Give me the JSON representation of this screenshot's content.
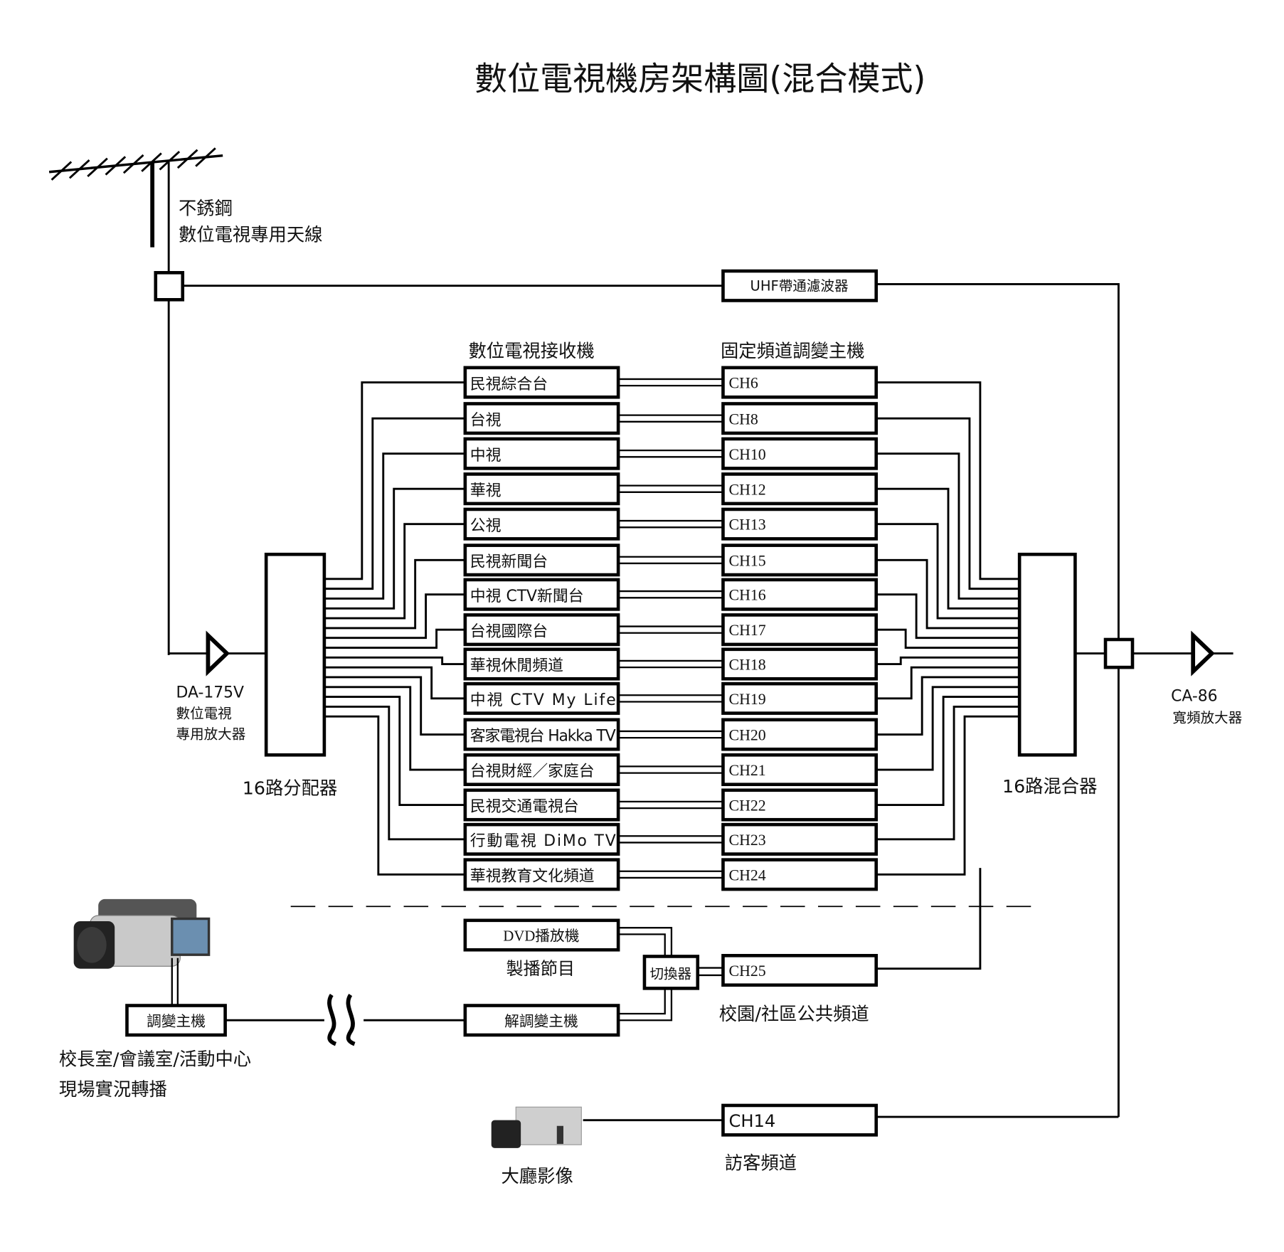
{
  "title": "數位電視機房架構圖(混合模式)",
  "antenna": {
    "line1": "不銹鋼",
    "line2": "數位電視專用天線"
  },
  "uhf_filter": "UHF帶通濾波器",
  "receivers_header": "數位電視接收機",
  "modulators_header": "固定頻道調變主機",
  "rows": [
    {
      "receiver": "民視綜合台",
      "channel": "CH6"
    },
    {
      "receiver": "台視",
      "channel": "CH8"
    },
    {
      "receiver": "中視",
      "channel": "CH10"
    },
    {
      "receiver": "華視",
      "channel": "CH12"
    },
    {
      "receiver": "公視",
      "channel": "CH13"
    },
    {
      "receiver": "民視新聞台",
      "channel": "CH15"
    },
    {
      "receiver": "中視 CTV新聞台",
      "channel": "CH16"
    },
    {
      "receiver": "台視國際台",
      "channel": "CH17"
    },
    {
      "receiver": "華視休閒頻道",
      "channel": "CH18"
    },
    {
      "receiver": "中視 CTV My Life",
      "channel": "CH19"
    },
    {
      "receiver": "客家電視台 Hakka TV",
      "channel": "CH20"
    },
    {
      "receiver": "台視財經／家庭台",
      "channel": "CH21"
    },
    {
      "receiver": "民視交通電視台",
      "channel": "CH22"
    },
    {
      "receiver": "行動電視 DiMo TV",
      "channel": "CH23"
    },
    {
      "receiver": "華視教育文化頻道",
      "channel": "CH24"
    }
  ],
  "amp_left": {
    "model": "DA-175V",
    "line2": "數位電視",
    "line3": "專用放大器"
  },
  "splitter": "16路分配器",
  "mixer": "16路混合器",
  "amp_right": {
    "model": "CA-86",
    "line2": "寬頻放大器"
  },
  "bottom": {
    "dvd": "DVD播放機",
    "dvd_caption": "製播節目",
    "switcher": "切換器",
    "demodulator": "解調變主機",
    "ch25": "CH25",
    "ch25_caption": "校園/社區公共頻道",
    "modulator": "調變主機",
    "live_line1": "校長室/會議室/活動中心",
    "live_line2": "現場實況轉播",
    "ch14": "CH14",
    "ch14_caption": "訪客頻道",
    "lobby_caption": "大廳影像"
  }
}
